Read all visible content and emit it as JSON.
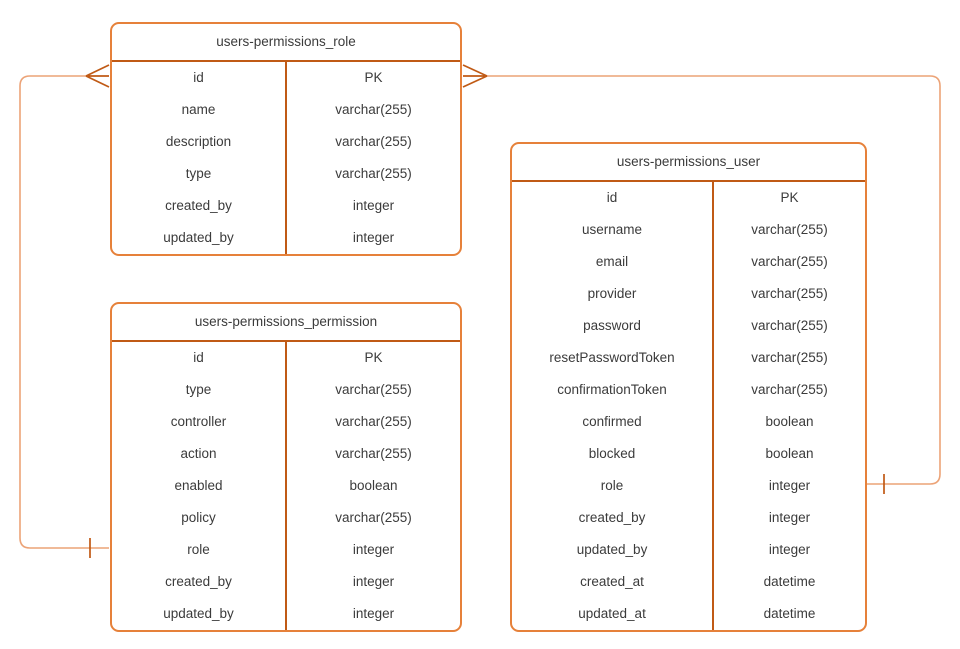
{
  "diagram": {
    "colors": {
      "shape_stroke": "#e6813a",
      "inner_line": "#c05a15",
      "connector_line": "#eca377",
      "marker": "#c05a15",
      "text": "#3b3b3b",
      "background": "#ffffff"
    },
    "tables": [
      {
        "title": "users-permissions_role",
        "rows": [
          [
            "id",
            "PK"
          ],
          [
            "name",
            "varchar(255)"
          ],
          [
            "description",
            "varchar(255)"
          ],
          [
            "type",
            "varchar(255)"
          ],
          [
            "created_by",
            "integer"
          ],
          [
            "updated_by",
            "integer"
          ]
        ]
      },
      {
        "title": "users-permissions_permission",
        "rows": [
          [
            "id",
            "PK"
          ],
          [
            "type",
            "varchar(255)"
          ],
          [
            "controller",
            "varchar(255)"
          ],
          [
            "action",
            "varchar(255)"
          ],
          [
            "enabled",
            "boolean"
          ],
          [
            "policy",
            "varchar(255)"
          ],
          [
            "role",
            "integer"
          ],
          [
            "created_by",
            "integer"
          ],
          [
            "updated_by",
            "integer"
          ]
        ]
      },
      {
        "title": "users-permissions_user",
        "rows": [
          [
            "id",
            "PK"
          ],
          [
            "username",
            "varchar(255)"
          ],
          [
            "email",
            "varchar(255)"
          ],
          [
            "provider",
            "varchar(255)"
          ],
          [
            "password",
            "varchar(255)"
          ],
          [
            "resetPasswordToken",
            "varchar(255)"
          ],
          [
            "confirmationToken",
            "varchar(255)"
          ],
          [
            "confirmed",
            "boolean"
          ],
          [
            "blocked",
            "boolean"
          ],
          [
            "role",
            "integer"
          ],
          [
            "created_by",
            "integer"
          ],
          [
            "updated_by",
            "integer"
          ],
          [
            "created_at",
            "datetime"
          ],
          [
            "updated_at",
            "datetime"
          ]
        ]
      }
    ],
    "relationships": [
      {
        "from_table": "users-permissions_role",
        "from_field": "id",
        "from_marker": "crow-foot-many",
        "to_table": "users-permissions_permission",
        "to_field": "role",
        "to_marker": "one"
      },
      {
        "from_table": "users-permissions_role",
        "from_field": "id",
        "from_marker": "crow-foot-many",
        "to_table": "users-permissions_user",
        "to_field": "role",
        "to_marker": "one"
      }
    ]
  }
}
